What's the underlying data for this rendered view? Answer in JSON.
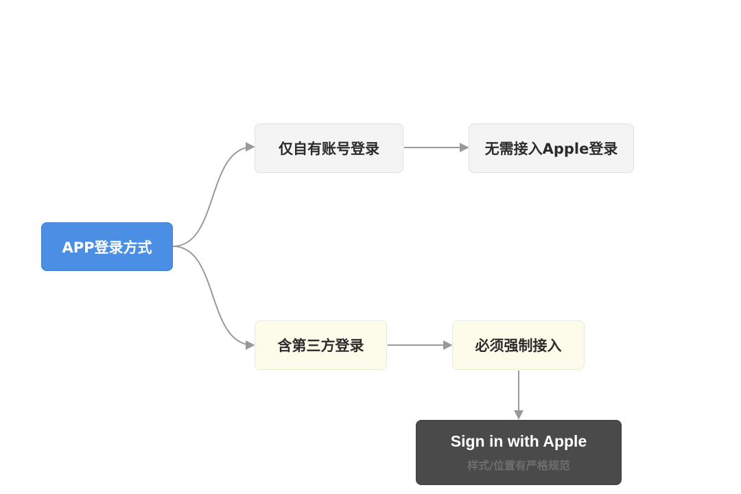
{
  "nodes": {
    "root": "APP登录方式",
    "own_account_only": "仅自有账号登录",
    "no_apple_needed": "无需接入Apple登录",
    "has_third_party": "含第三方登录",
    "must_integrate": "必须强制接入",
    "sign_in_apple": {
      "title": "Sign in with Apple",
      "subtitle": "样式/位置有严格规范"
    }
  },
  "colors": {
    "root_fill": "#4a8fe4",
    "gray_fill": "#f4f4f4",
    "yellow_fill": "#fdfbea",
    "dark_fill": "#4a4a4a",
    "edge": "#999999"
  }
}
